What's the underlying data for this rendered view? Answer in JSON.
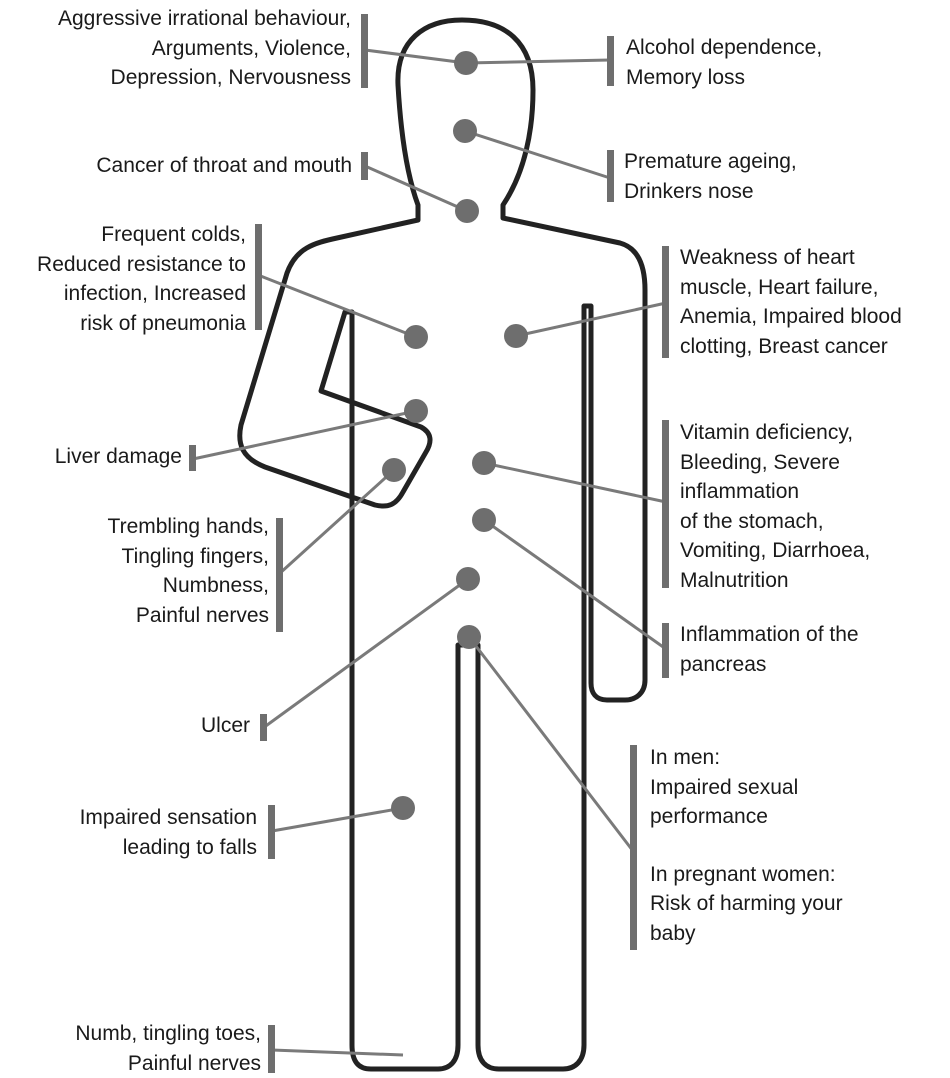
{
  "labels": {
    "head_left": [
      "Aggressive irrational behaviour,",
      "Arguments, Violence,",
      "Depression, Nervousness"
    ],
    "head_right": [
      "Alcohol dependence,",
      "Memory loss"
    ],
    "nose": [
      "Premature ageing,",
      "Drinkers nose"
    ],
    "throat": [
      "Cancer of throat and mouth"
    ],
    "lungs": [
      "Frequent colds,",
      "Reduced resistance to",
      "infection, Increased",
      "risk of pneumonia"
    ],
    "heart": [
      "Weakness of heart",
      "muscle, Heart failure,",
      "Anemia, Impaired blood",
      "clotting, Breast cancer"
    ],
    "liver": [
      "Liver damage"
    ],
    "stomach": [
      "Vitamin deficiency,",
      "Bleeding, Severe",
      "inflammation",
      "of the stomach,",
      "Vomiting, Diarrhoea,",
      "Malnutrition"
    ],
    "hands": [
      "Trembling hands,",
      "Tingling fingers,",
      "Numbness,",
      "Painful nerves"
    ],
    "pancreas": [
      "Inflammation of the",
      "pancreas"
    ],
    "ulcer": [
      "Ulcer"
    ],
    "men": [
      "In men:",
      "Impaired sexual",
      "performance"
    ],
    "women": [
      "In pregnant women:",
      "Risk of harming your",
      "baby"
    ],
    "legs": [
      "Impaired sensation",
      "leading to falls"
    ],
    "toes": [
      "Numb, tingling toes,",
      "Painful nerves"
    ]
  },
  "colors": {
    "outline": "#222222",
    "dot": "#6e6e6e",
    "connector": "#7a7a7a",
    "bracket": "#6e6e6e",
    "text": "#1a1a1a"
  }
}
